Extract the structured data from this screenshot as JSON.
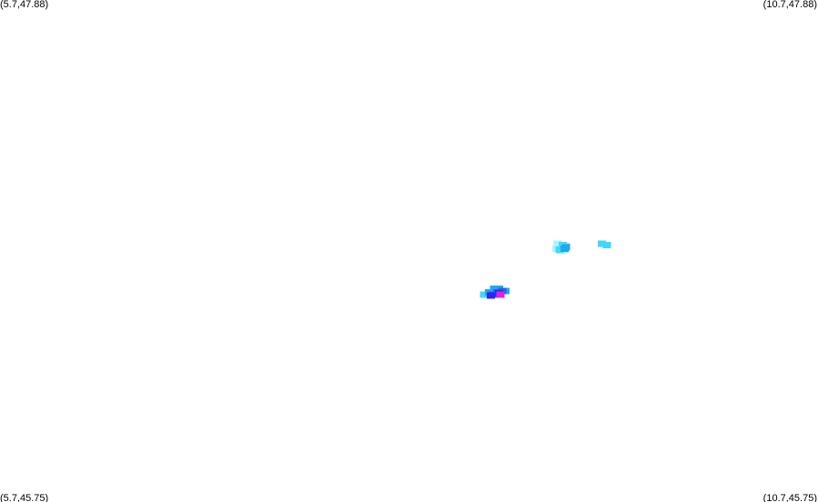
{
  "corners": {
    "top_left": "(5.7,47.88)",
    "top_right": "(10.7,47.88)",
    "bottom_left": "(5.7,45.75)",
    "bottom_right": "(10.7,45.75)"
  },
  "extent": {
    "lon_min": 5.7,
    "lon_max": 10.7,
    "lat_min": 45.75,
    "lat_max": 47.88
  },
  "palette": {
    "background": "#ffffff",
    "very_light": "#a8f4f8",
    "light": "#40d8f8",
    "medium": "#20a8f0",
    "strong": "#1e64e8",
    "very_strong": "#2828f0",
    "extreme": "#e020e0"
  },
  "precipitation_cells": [
    {
      "lon": 9.11,
      "lat": 46.845,
      "level": "very_light"
    },
    {
      "lon": 9.12,
      "lat": 46.835,
      "level": "very_light"
    },
    {
      "lon": 9.1,
      "lat": 46.825,
      "level": "very_light"
    },
    {
      "lon": 9.13,
      "lat": 46.815,
      "level": "very_light"
    },
    {
      "lon": 9.15,
      "lat": 46.82,
      "level": "very_light"
    },
    {
      "lon": 9.14,
      "lat": 46.84,
      "level": "light"
    },
    {
      "lon": 9.16,
      "lat": 46.835,
      "level": "light"
    },
    {
      "lon": 9.12,
      "lat": 46.82,
      "level": "light"
    },
    {
      "lon": 9.15,
      "lat": 46.825,
      "level": "medium"
    },
    {
      "lon": 9.16,
      "lat": 46.83,
      "level": "medium"
    },
    {
      "lon": 9.38,
      "lat": 46.845,
      "level": "light"
    },
    {
      "lon": 9.41,
      "lat": 46.84,
      "level": "light"
    },
    {
      "lon": 8.66,
      "lat": 46.63,
      "level": "light"
    },
    {
      "lon": 8.69,
      "lat": 46.64,
      "level": "medium"
    },
    {
      "lon": 8.72,
      "lat": 46.655,
      "level": "medium"
    },
    {
      "lon": 8.75,
      "lat": 46.655,
      "level": "medium"
    },
    {
      "lon": 8.79,
      "lat": 46.645,
      "level": "medium"
    },
    {
      "lon": 8.71,
      "lat": 46.63,
      "level": "strong"
    },
    {
      "lon": 8.74,
      "lat": 46.64,
      "level": "strong"
    },
    {
      "lon": 8.77,
      "lat": 46.645,
      "level": "strong"
    },
    {
      "lon": 8.7,
      "lat": 46.625,
      "level": "very_strong"
    },
    {
      "lon": 8.75,
      "lat": 46.635,
      "level": "very_strong"
    },
    {
      "lon": 8.76,
      "lat": 46.63,
      "level": "extreme"
    }
  ]
}
